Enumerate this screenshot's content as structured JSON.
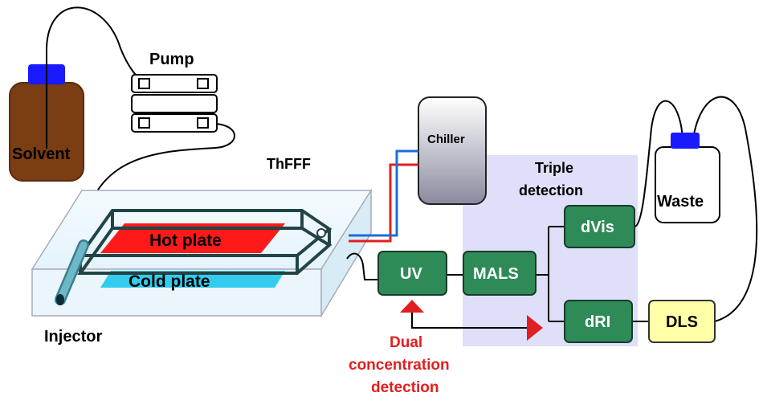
{
  "labels": {
    "solvent": "Solvent",
    "pump": "Pump",
    "thfff": "ThFFF",
    "chiller": "Chiller",
    "triple_line1": "Triple",
    "triple_line2": "detection",
    "waste": "Waste",
    "hot_plate": "Hot plate",
    "cold_plate": "Cold plate",
    "injector": "Injector",
    "uv": "UV",
    "mals": "MALS",
    "dvis": "dVis",
    "dri": "dRI",
    "dls": "DLS",
    "dual_line1": "Dual",
    "dual_line2": "concentration",
    "dual_line3": "detection"
  },
  "colors": {
    "detector_fill": "#2e8b57",
    "dls_fill": "#ffffa8",
    "hot_plate": "#ff1a1a",
    "cold_plate": "#33ccee",
    "triple_region": "#dcdcf8",
    "solvent_bottle": "#7a3d14",
    "bottle_cap": "#1a1aff",
    "dual_text": "#e02020",
    "arrow": "#e02020",
    "hot_line": "#e02020",
    "cold_line": "#1a6fd6"
  },
  "icons": {
    "solvent_bottle": "bottle-icon",
    "waste_bottle": "bottle-icon",
    "pump": "pump-icon",
    "chiller": "chiller-icon"
  }
}
